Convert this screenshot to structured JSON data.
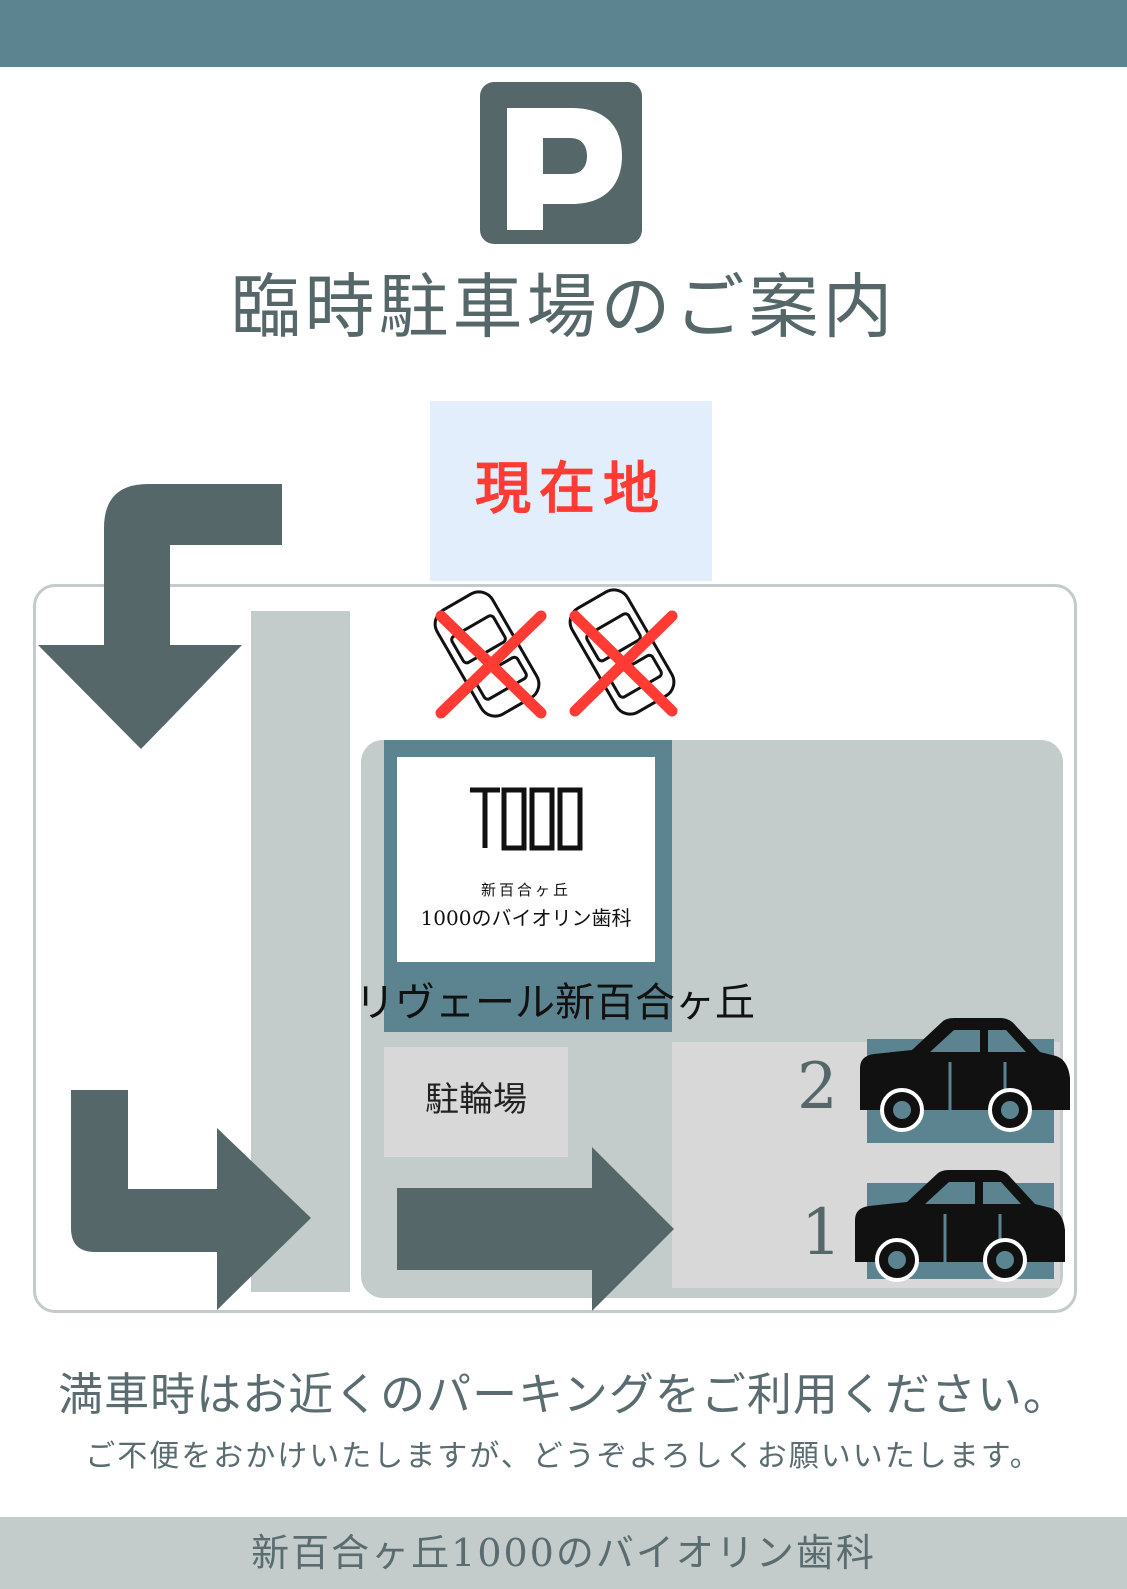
{
  "header": {
    "parking_icon": "parking-p-icon",
    "title": "臨時駐車場のご案内"
  },
  "map": {
    "current_location_label": "現在地",
    "no_parking_icon": "no-parking-car-icon",
    "clinic_logo_mark": "1000-logo",
    "clinic_sub": "新百合ヶ丘",
    "clinic_name": "1000のバイオリン歯科",
    "building_name": "リヴェール新百合ヶ丘",
    "bicycle_parking": "駐輪場",
    "spaces": [
      {
        "number": "2",
        "icon": "car-icon"
      },
      {
        "number": "1",
        "icon": "car-icon"
      }
    ],
    "colors": {
      "accent": "#5b8490",
      "arrow": "#56676a",
      "road": "#c3ccca",
      "warning": "#ff3b33",
      "current_location_bg": "#e2eefb"
    }
  },
  "notice": {
    "main": "満車時はお近くのパーキングをご利用ください。",
    "sub": "ご不便をおかけいたしますが、どうぞよろしくお願いいたします。"
  },
  "footer": {
    "clinic_name": "新百合ヶ丘1000のバイオリン歯科"
  }
}
